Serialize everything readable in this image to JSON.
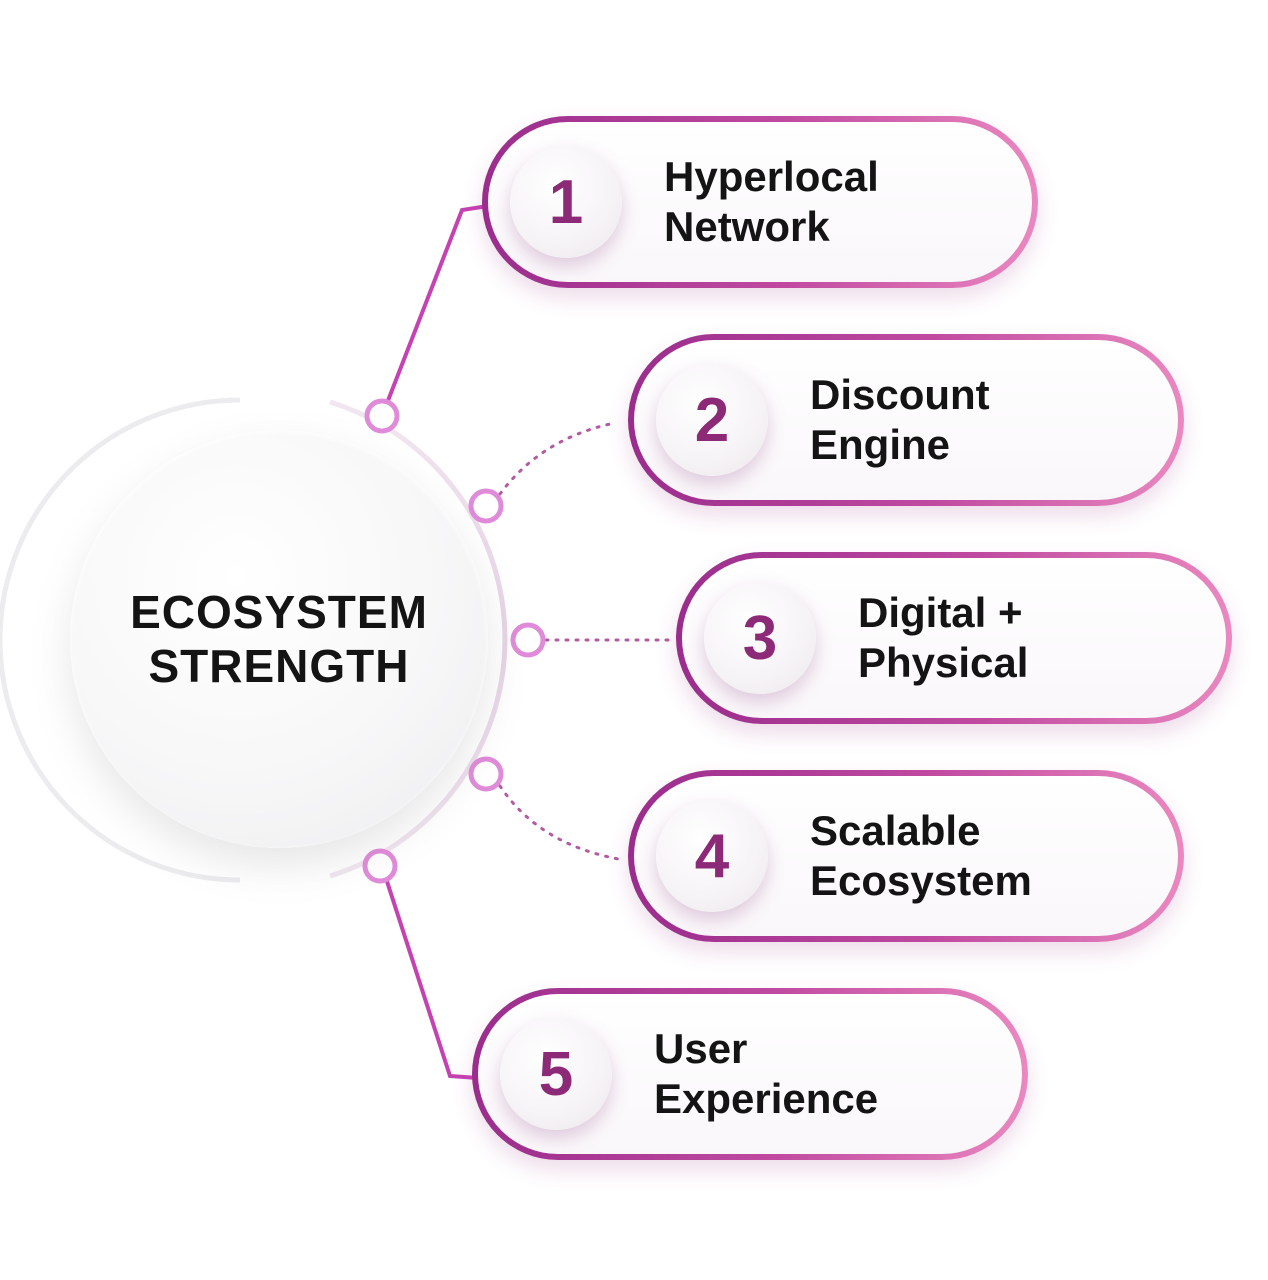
{
  "center": {
    "line1": "ECOSYSTEM",
    "line2": "STRENGTH"
  },
  "items": [
    {
      "number": "1",
      "line1": "Hyperlocal",
      "line2": "Network"
    },
    {
      "number": "2",
      "line1": "Discount",
      "line2": "Engine"
    },
    {
      "number": "3",
      "line1": "Digital +",
      "line2": "Physical"
    },
    {
      "number": "4",
      "line1": "Scalable",
      "line2": "Ecosystem"
    },
    {
      "number": "5",
      "line1": "User",
      "line2": "Experience"
    }
  ],
  "colors": {
    "accent_dark": "#9a2d8c",
    "accent_light": "#ea88c0",
    "node": "#e08bd9",
    "text": "#141414"
  }
}
